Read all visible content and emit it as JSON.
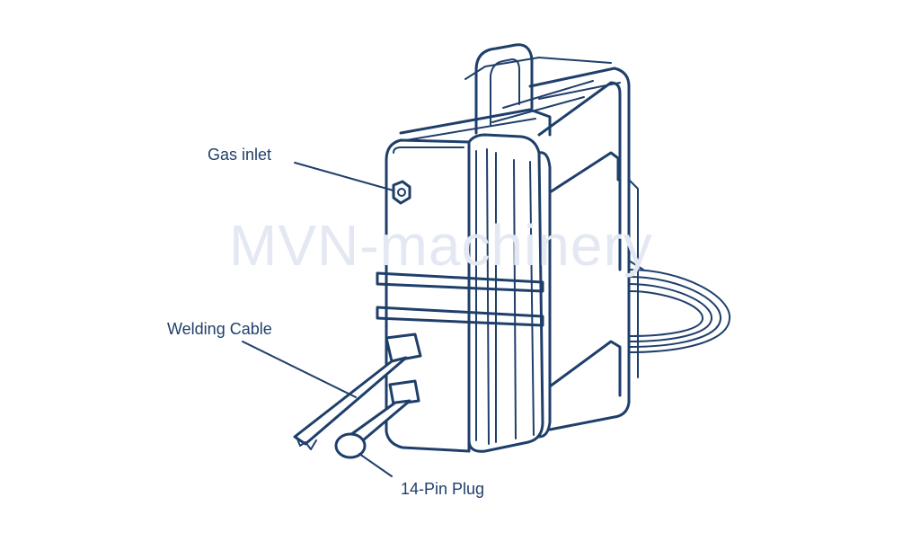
{
  "watermark": "MVN-machinery",
  "labels": {
    "gas_inlet": "Gas inlet",
    "welding_cable": "Welding Cable",
    "pin_plug": "14-Pin Plug"
  },
  "colors": {
    "line": "#1f3f6b",
    "watermark": "#e3e8f2"
  }
}
